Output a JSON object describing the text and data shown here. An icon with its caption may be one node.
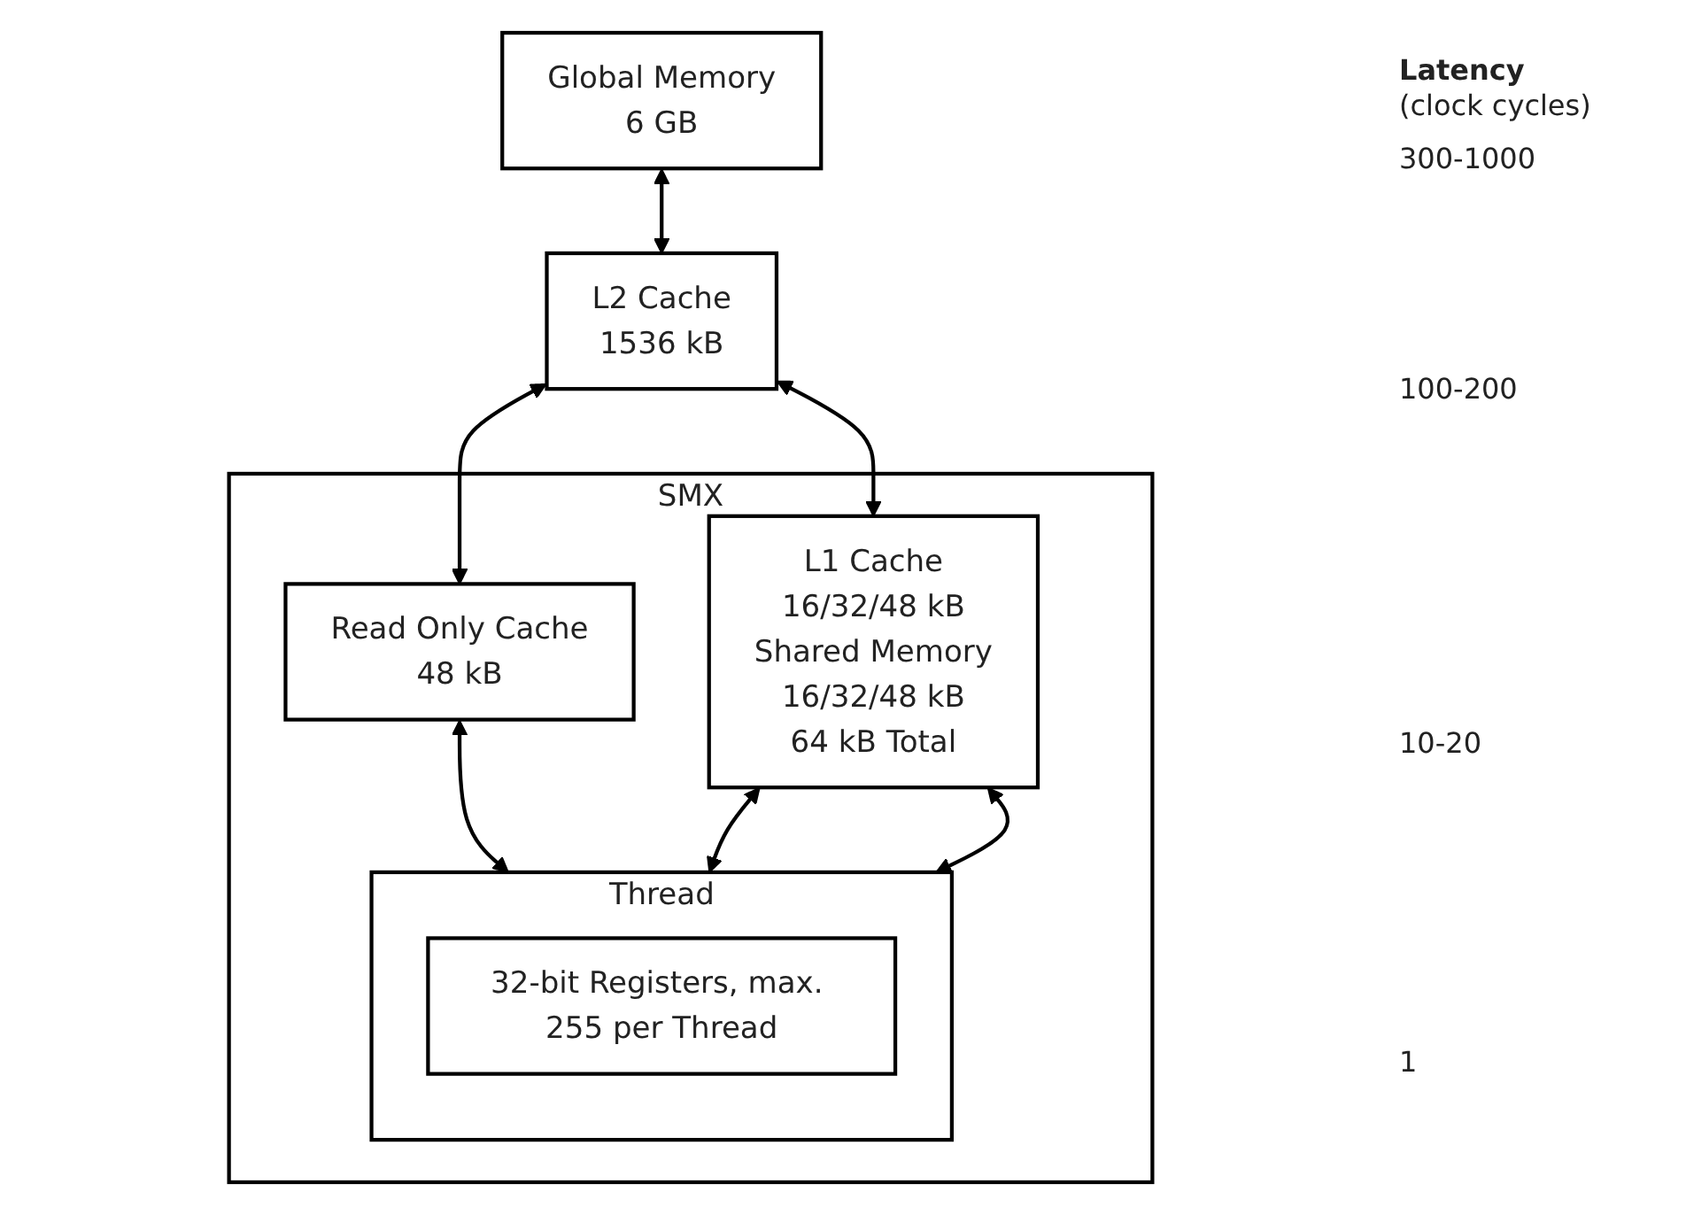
{
  "diagram": {
    "nodes": [
      {
        "text": [
          "Global Memory",
          "6 GB"
        ]
      },
      {
        "text": [
          "L2 Cache",
          "1536 kB"
        ]
      },
      {
        "text": [
          "SMX"
        ]
      },
      {
        "text": [
          "Read Only Cache",
          "48 kB"
        ],
        "in": 2
      },
      {
        "text": [
          "L1 Cache",
          "16/32/48 kB",
          "Shared Memory",
          "16/32/48 kB",
          "64 kB Total"
        ],
        "in": 2
      },
      {
        "text": [
          "Thread"
        ],
        "in": 2
      },
      {
        "text": [
          "32-bit Registers, max. 255 per Thread"
        ],
        "in": 5
      }
    ],
    "edges": [
      {
        "from": 0,
        "to": 1,
        "arrow": "both"
      },
      {
        "from": 1,
        "to": 3,
        "arrow": "both"
      },
      {
        "from": 1,
        "to": 4,
        "arrow": "both"
      },
      {
        "from": 3,
        "to": 5,
        "arrow": "both"
      },
      {
        "from": 4,
        "to": 5,
        "arrow": "both"
      },
      {
        "from": 4,
        "to": 5,
        "arrow": "both"
      }
    ],
    "labels": [
      "Latency",
      "(clock cycles)",
      "300-1000",
      "100-200",
      "10-20",
      "1"
    ]
  }
}
